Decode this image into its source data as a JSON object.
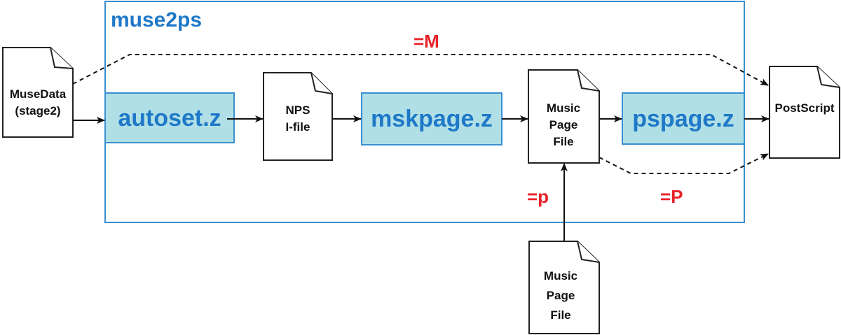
{
  "title": "muse2ps",
  "processes": [
    "autoset.z",
    "mskpage.z",
    "pspage.z"
  ],
  "docs": {
    "musedata": [
      "MuseData",
      "(stage2)"
    ],
    "nps": [
      "NPS",
      "I-file"
    ],
    "music_page": [
      "Music",
      "Page",
      "File"
    ],
    "postscript": [
      "PostScript"
    ],
    "music_page_input": [
      "Music",
      "Page",
      "File"
    ]
  },
  "labels": {
    "M": "=M",
    "p": "=p",
    "P": "=P"
  },
  "colors": {
    "accent": "#1f78c8",
    "fill": "#b0e0e6",
    "option": "#e8222a"
  }
}
